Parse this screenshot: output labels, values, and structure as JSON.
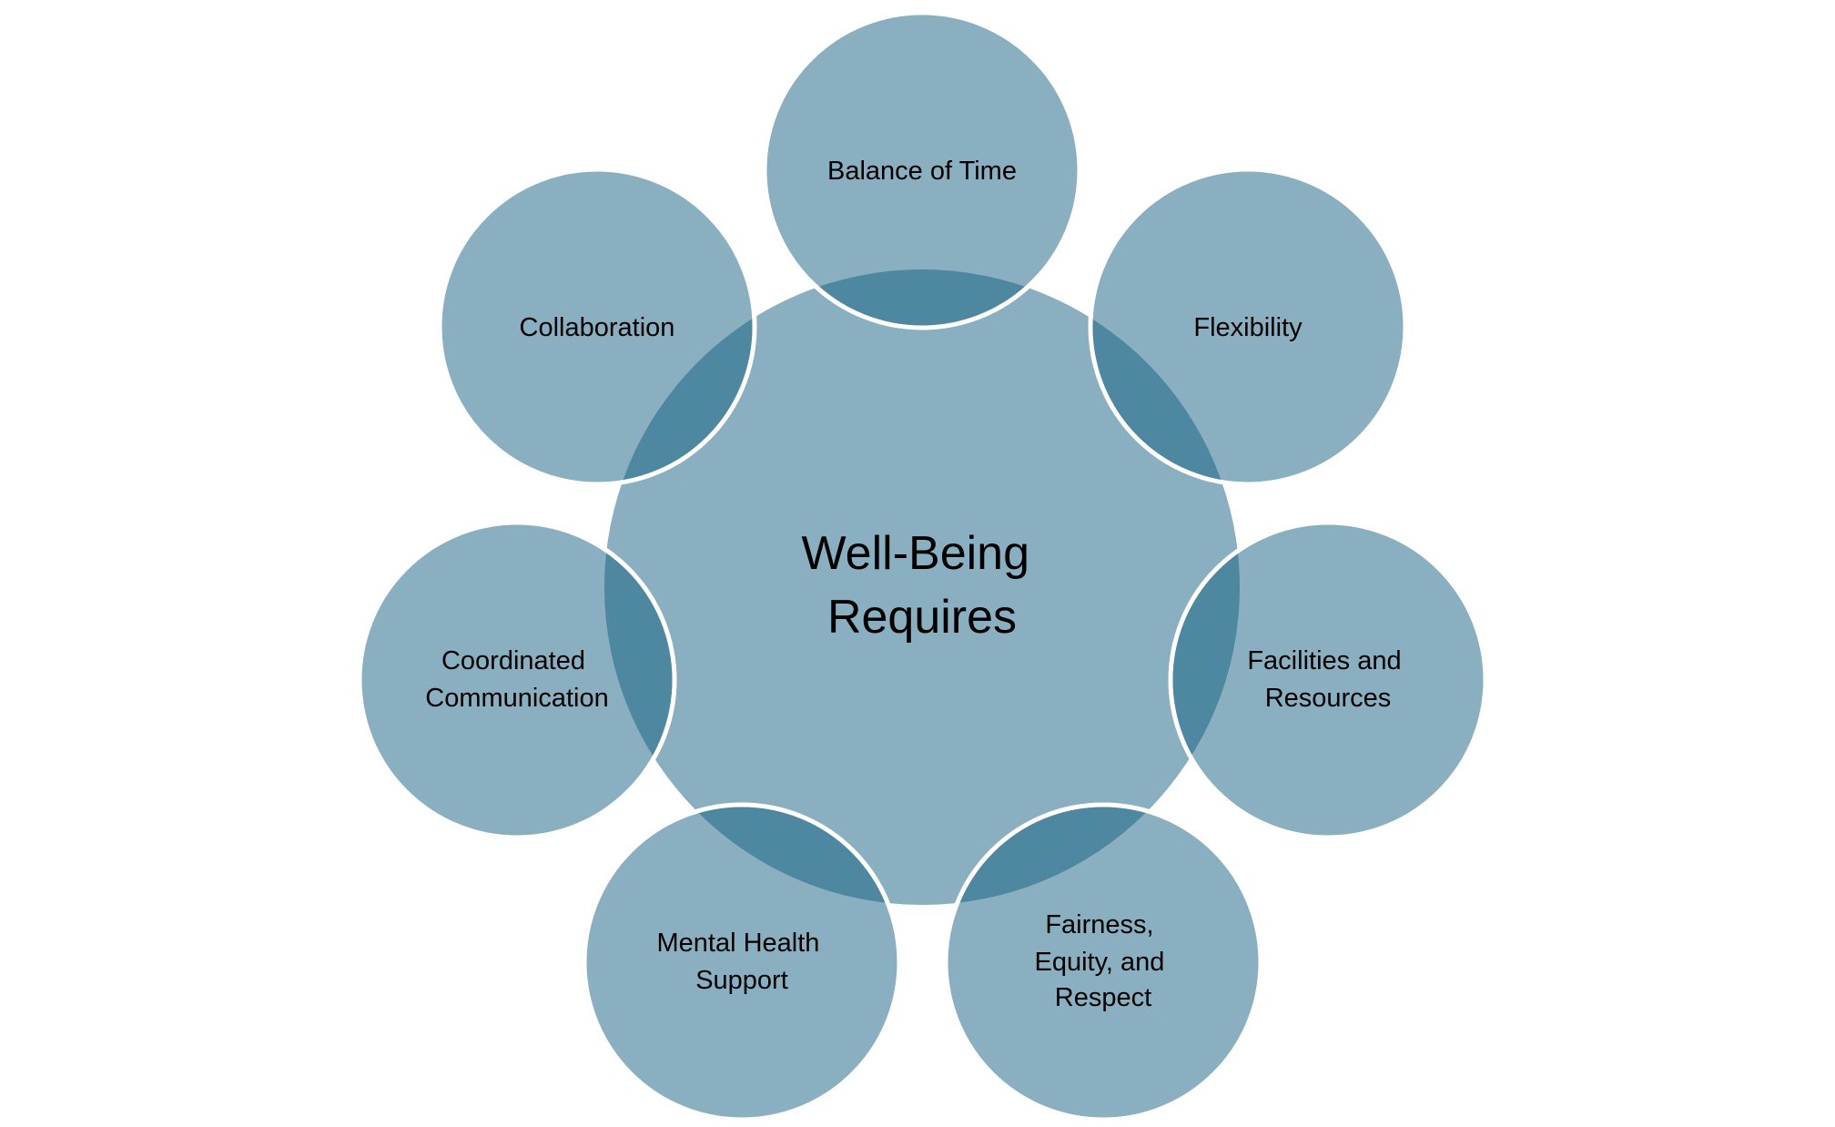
{
  "center": {
    "lines": [
      "Well-Being",
      "Requires"
    ]
  },
  "nodes": [
    {
      "lines": [
        "Balance of Time"
      ]
    },
    {
      "lines": [
        "Flexibility"
      ]
    },
    {
      "lines": [
        "Facilities and",
        "Resources"
      ]
    },
    {
      "lines": [
        "Fairness,",
        "Equity, and",
        "Respect"
      ]
    },
    {
      "lines": [
        "Mental Health",
        "Support"
      ]
    },
    {
      "lines": [
        "Coordinated",
        "Communication"
      ]
    },
    {
      "lines": [
        "Collaboration"
      ]
    }
  ],
  "colors": {
    "fill": "#8aafc1",
    "overlap": "#4e87a0",
    "outline": "#ffffff"
  }
}
